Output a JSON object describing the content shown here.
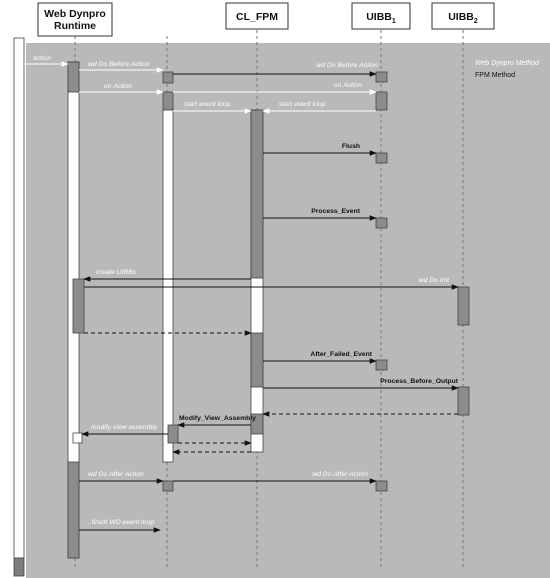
{
  "lifelines": {
    "runtime_line1": "Web Dynpro",
    "runtime_line2": "Runtime",
    "fpm": "CL_FPM",
    "uibb1": "UIBB",
    "uibb1_sub": "1",
    "uibb2": "UIBB",
    "uibb2_sub": "2"
  },
  "legend": {
    "wd_method": "Web Dynpro Method",
    "fpm_method": "FPM Method"
  },
  "messages": {
    "action": "action",
    "wd_before_action_1": "wd Do Before Action",
    "wd_before_action_2": "wd Do Before Action",
    "on_action_1": "on Action",
    "on_action_2": "on Action",
    "start_event_loop_1": "start event loop",
    "start_event_loop_2": "start event loop",
    "flush": "Flush",
    "process_event": "Process_Event",
    "create_uibbs": "create UIBBs",
    "wd_do_init": "wd Do Init",
    "after_failed_event": "After_Failed_Event",
    "process_before_output": "Process_Before_Output",
    "modify_view_assembly_fpm": "Modify_View_Assembly",
    "modify_view_assembly": "modify view assembly",
    "wd_after_action_1": "wd Do After Action",
    "wd_after_action_2": "wd Do After Action",
    "finish_event_loop": "...finish WD event loop"
  }
}
